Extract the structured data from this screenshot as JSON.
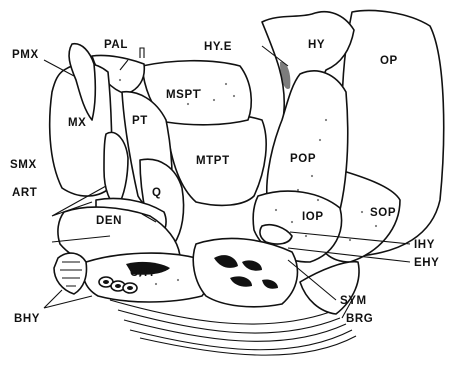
{
  "labels": {
    "pmx": "PMX",
    "pal": "PAL",
    "hye": "HY.E",
    "hy": "HY",
    "op": "OP",
    "mx": "MX",
    "mspt": "MSPT",
    "pt": "PT",
    "smx": "SMX",
    "mtpt": "MTPT",
    "pop": "POP",
    "art": "ART",
    "q": "Q",
    "den": "DEN",
    "iop": "IOP",
    "sop": "SOP",
    "ihy": "IHY",
    "ehy": "EHY",
    "chy": "CHY",
    "sym": "SYM",
    "bhy": "BHY",
    "brg": "BRG"
  }
}
